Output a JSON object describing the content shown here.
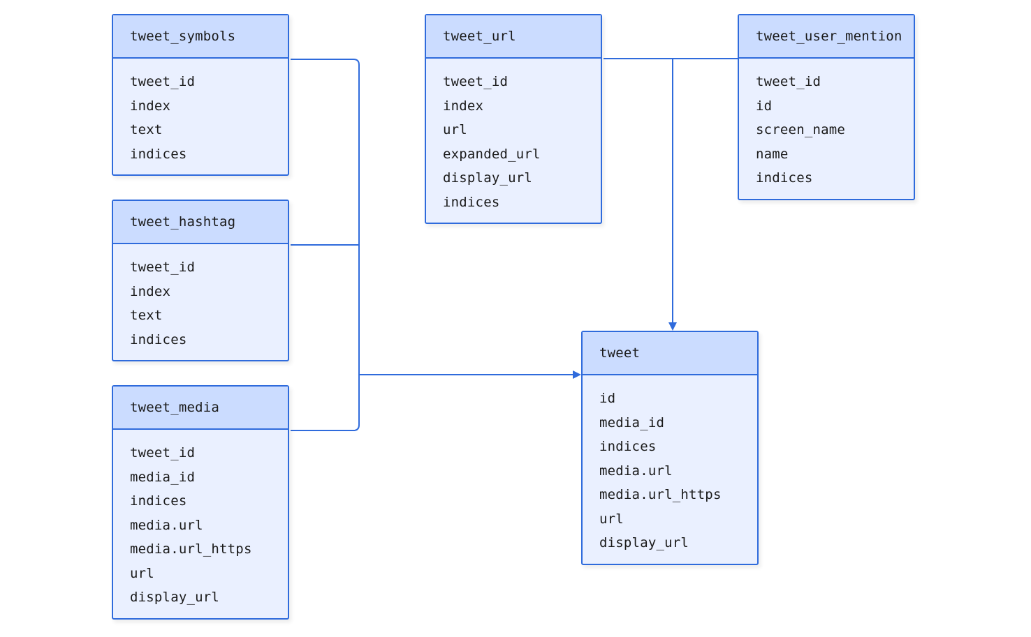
{
  "diagram": {
    "tables": {
      "tweet_symbols": {
        "name": "tweet_symbols",
        "fields": [
          "tweet_id",
          "index",
          "text",
          "indices"
        ]
      },
      "tweet_hashtag": {
        "name": "tweet_hashtag",
        "fields": [
          "tweet_id",
          "index",
          "text",
          "indices"
        ]
      },
      "tweet_media": {
        "name": "tweet_media",
        "fields": [
          "tweet_id",
          "media_id",
          "indices",
          "media.url",
          "media.url_https",
          "url",
          "display_url"
        ]
      },
      "tweet_url": {
        "name": "tweet_url",
        "fields": [
          "tweet_id",
          "index",
          "url",
          "expanded_url",
          "display_url",
          "indices"
        ]
      },
      "tweet_user_mention": {
        "name": "tweet_user_mention",
        "fields": [
          "tweet_id",
          "id",
          "screen_name",
          "name",
          "indices"
        ]
      },
      "tweet": {
        "name": "tweet",
        "fields": [
          "id",
          "media_id",
          "indices",
          "media.url",
          "media.url_https",
          "url",
          "display_url"
        ]
      }
    },
    "relationships": [
      {
        "from": "tweet_symbols",
        "to": "tweet"
      },
      {
        "from": "tweet_hashtag",
        "to": "tweet"
      },
      {
        "from": "tweet_media",
        "to": "tweet"
      },
      {
        "from": "tweet_url",
        "to": "tweet"
      },
      {
        "from": "tweet_user_mention",
        "to": "tweet"
      }
    ],
    "colors": {
      "border": "#2f6bdc",
      "header_fill": "#cbdcff",
      "body_fill": "#eaf0ff",
      "connector": "#2f6bdc"
    }
  }
}
